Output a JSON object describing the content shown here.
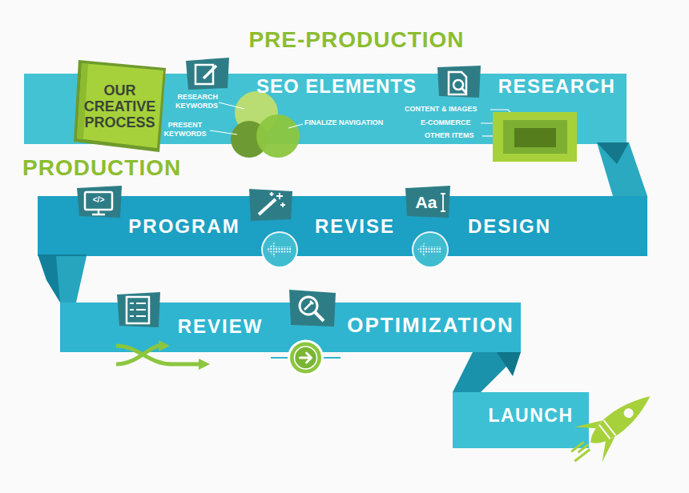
{
  "diagram": {
    "nodes": [
      {
        "text": [
          "OUR CREATIVE PROCESS"
        ]
      },
      {
        "text": [
          "SEO ELEMENTS"
        ]
      },
      {
        "text": [
          "RESEARCH"
        ]
      },
      {
        "text": [
          "PROGRAM"
        ]
      },
      {
        "text": [
          "REVISE"
        ]
      },
      {
        "text": [
          "DESIGN"
        ]
      },
      {
        "text": [
          "REVIEW"
        ]
      },
      {
        "text": [
          "OPTIMIZATION"
        ]
      },
      {
        "text": [
          "LAUNCH"
        ]
      }
    ],
    "edges": [
      {
        "from": 5,
        "to": 4,
        "arrow": "to"
      },
      {
        "from": 4,
        "to": 3,
        "arrow": "to"
      },
      {
        "from": 6,
        "to": 7,
        "arrow": "to"
      }
    ],
    "labels": [
      "PRE-PRODUCTION",
      "RESEARCH KEYWORDS",
      "PRESENT KEYWORDS",
      "FINALIZE NAVIGATION",
      "CONTENT & IMAGES",
      "E-COMMERCE",
      "OTHER ITEMS",
      "PRODUCTION",
      "</>",
      "Aa"
    ]
  }
}
